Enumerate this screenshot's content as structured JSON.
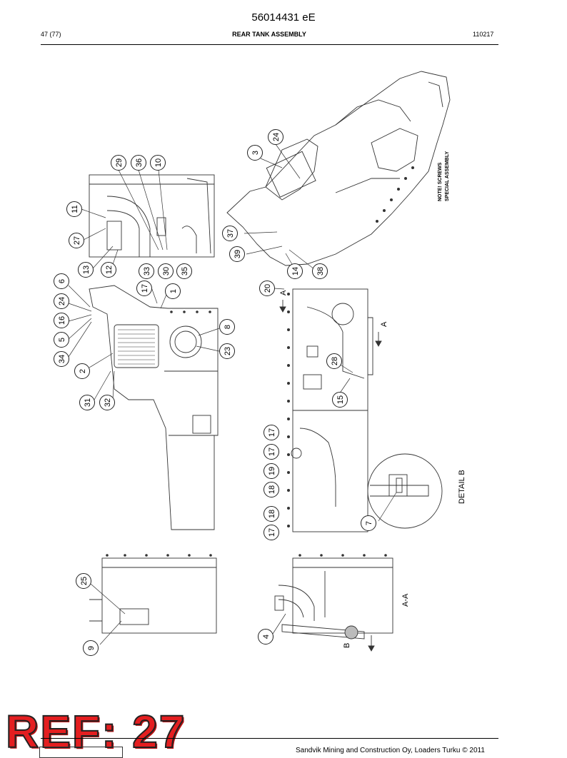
{
  "header": {
    "doc_number": "56014431 eE",
    "page": "47 (77)",
    "title": "REAR TANK ASSEMBLY",
    "date": "110217"
  },
  "drawing": {
    "note_line1": "NOTE! SCREWS",
    "note_line2": "SPECIAL ASSEMBLY",
    "section_aa": "A-A",
    "detail_b": "DETAIL B",
    "section_marker_a": "A",
    "section_marker_b": "B"
  },
  "callouts": [
    {
      "id": "c24a",
      "label": "24"
    },
    {
      "id": "c3",
      "label": "3"
    },
    {
      "id": "c29",
      "label": "29"
    },
    {
      "id": "c36",
      "label": "36"
    },
    {
      "id": "c10",
      "label": "10"
    },
    {
      "id": "c11",
      "label": "11"
    },
    {
      "id": "c27",
      "label": "27"
    },
    {
      "id": "c13",
      "label": "13"
    },
    {
      "id": "c12",
      "label": "12"
    },
    {
      "id": "c33",
      "label": "33"
    },
    {
      "id": "c30",
      "label": "30"
    },
    {
      "id": "c35",
      "label": "35"
    },
    {
      "id": "c37",
      "label": "37"
    },
    {
      "id": "c39",
      "label": "39"
    },
    {
      "id": "c14",
      "label": "14"
    },
    {
      "id": "c38",
      "label": "38"
    },
    {
      "id": "c6",
      "label": "6"
    },
    {
      "id": "c24b",
      "label": "24"
    },
    {
      "id": "c16",
      "label": "16"
    },
    {
      "id": "c5",
      "label": "5"
    },
    {
      "id": "c34",
      "label": "34"
    },
    {
      "id": "c2",
      "label": "2"
    },
    {
      "id": "c31",
      "label": "31"
    },
    {
      "id": "c32",
      "label": "32"
    },
    {
      "id": "c17a",
      "label": "17"
    },
    {
      "id": "c1",
      "label": "1"
    },
    {
      "id": "c8",
      "label": "8"
    },
    {
      "id": "c23",
      "label": "23"
    },
    {
      "id": "c20",
      "label": "20"
    },
    {
      "id": "c28",
      "label": "28"
    },
    {
      "id": "c15",
      "label": "15"
    },
    {
      "id": "c17b",
      "label": "17"
    },
    {
      "id": "c17c",
      "label": "17"
    },
    {
      "id": "c19",
      "label": "19"
    },
    {
      "id": "c18a",
      "label": "18"
    },
    {
      "id": "c18b",
      "label": "18"
    },
    {
      "id": "c17d",
      "label": "17"
    },
    {
      "id": "c7",
      "label": "7"
    },
    {
      "id": "c25",
      "label": "25"
    },
    {
      "id": "c9",
      "label": "9"
    },
    {
      "id": "c4",
      "label": "4"
    }
  ],
  "stamp": "REF: 27",
  "footer": "Sandvik Mining and Construction Oy, Loaders Turku © 2011"
}
